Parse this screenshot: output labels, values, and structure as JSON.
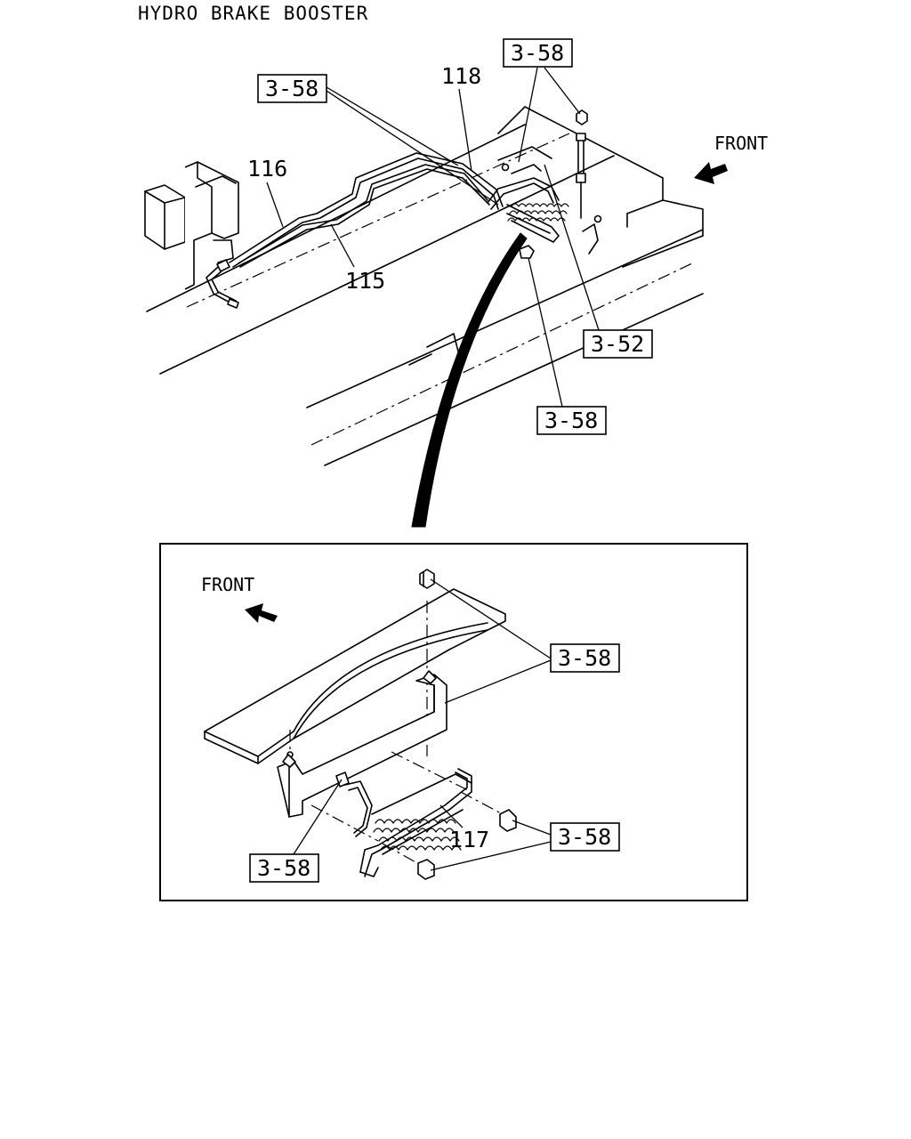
{
  "title": "HYDRO BRAKE BOOSTER",
  "front_label": "FRONT",
  "upper_view": {
    "part_numbers": [
      "118",
      "116",
      "115"
    ],
    "references": [
      "3-58",
      "3-58",
      "3-52",
      "3-58"
    ]
  },
  "detail_view": {
    "front_label": "FRONT",
    "part_numbers": [
      "117"
    ],
    "references": [
      "3-58",
      "3-58",
      "3-58"
    ]
  }
}
